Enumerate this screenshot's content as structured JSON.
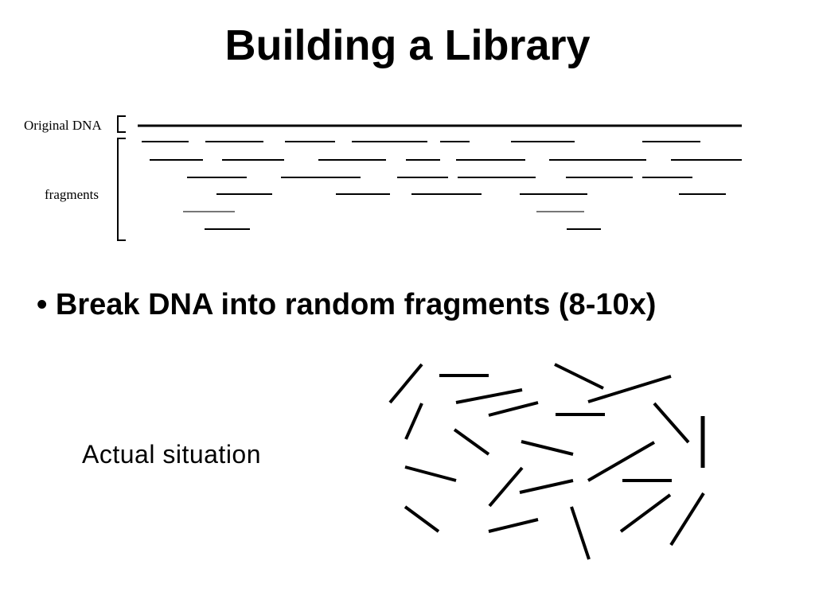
{
  "slide": {
    "title": "Building a Library",
    "bullet_marker": "•",
    "bullet_text": "Break DNA into random fragments (8-10x)",
    "actual_label": "Actual situation"
  },
  "diagram": {
    "original_label": "Original DNA",
    "fragments_label": "fragments"
  }
}
